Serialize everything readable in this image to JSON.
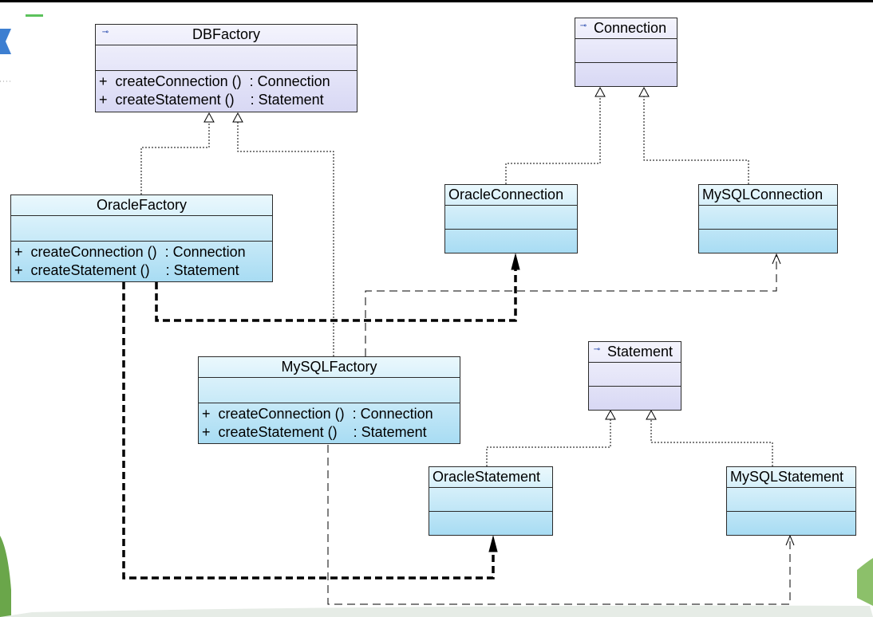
{
  "classes": {
    "dbfactory": {
      "name": "DBFactory",
      "stereotype_icon": "interface-icon",
      "operations": [
        "+  createConnection ()  : Connection",
        "+  createStatement ()    : Statement"
      ]
    },
    "connection": {
      "name": "Connection",
      "stereotype_icon": "interface-icon"
    },
    "oraclefactory": {
      "name": "OracleFactory",
      "operations": [
        "+  createConnection ()  : Connection",
        "+  createStatement ()    : Statement"
      ]
    },
    "oracleconnection": {
      "name": "OracleConnection"
    },
    "mysqlconnection": {
      "name": "MySQLConnection"
    },
    "mysqlfactory": {
      "name": "MySQLFactory",
      "operations": [
        "+  createConnection ()  : Connection",
        "+  createStatement ()    : Statement"
      ]
    },
    "statement": {
      "name": "Statement",
      "stereotype_icon": "interface-icon"
    },
    "oraclestatement": {
      "name": "OracleStatement"
    },
    "mysqlstatement": {
      "name": "MySQLStatement"
    }
  },
  "relationships": [
    {
      "from": "OracleFactory",
      "to": "DBFactory",
      "type": "realization"
    },
    {
      "from": "MySQLFactory",
      "to": "DBFactory",
      "type": "realization"
    },
    {
      "from": "OracleConnection",
      "to": "Connection",
      "type": "realization"
    },
    {
      "from": "MySQLConnection",
      "to": "Connection",
      "type": "realization"
    },
    {
      "from": "OracleStatement",
      "to": "Statement",
      "type": "realization"
    },
    {
      "from": "MySQLStatement",
      "to": "Statement",
      "type": "realization"
    },
    {
      "from": "OracleFactory",
      "to": "OracleConnection",
      "type": "dependency",
      "emphasis": "bold"
    },
    {
      "from": "OracleFactory",
      "to": "OracleStatement",
      "type": "dependency",
      "emphasis": "bold"
    },
    {
      "from": "MySQLFactory",
      "to": "MySQLConnection",
      "type": "dependency"
    },
    {
      "from": "MySQLFactory",
      "to": "MySQLStatement",
      "type": "dependency"
    }
  ],
  "colors": {
    "interface_fill": "#d8d8f4",
    "class_fill": "#a8dcf3",
    "line": "#000000"
  }
}
